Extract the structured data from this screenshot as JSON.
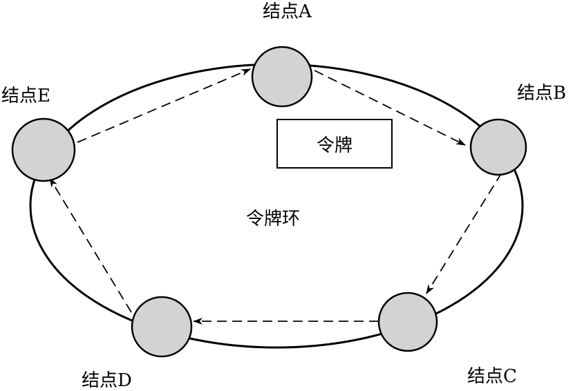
{
  "nodes": [
    {
      "id": "A",
      "label": "结点A"
    },
    {
      "id": "B",
      "label": "结点B"
    },
    {
      "id": "C",
      "label": "结点C"
    },
    {
      "id": "D",
      "label": "结点D"
    },
    {
      "id": "E",
      "label": "结点E"
    }
  ],
  "token_label": "令牌",
  "ring_label": "令牌环",
  "colors": {
    "node_fill": "#d3d3d3",
    "stroke": "#000000"
  }
}
